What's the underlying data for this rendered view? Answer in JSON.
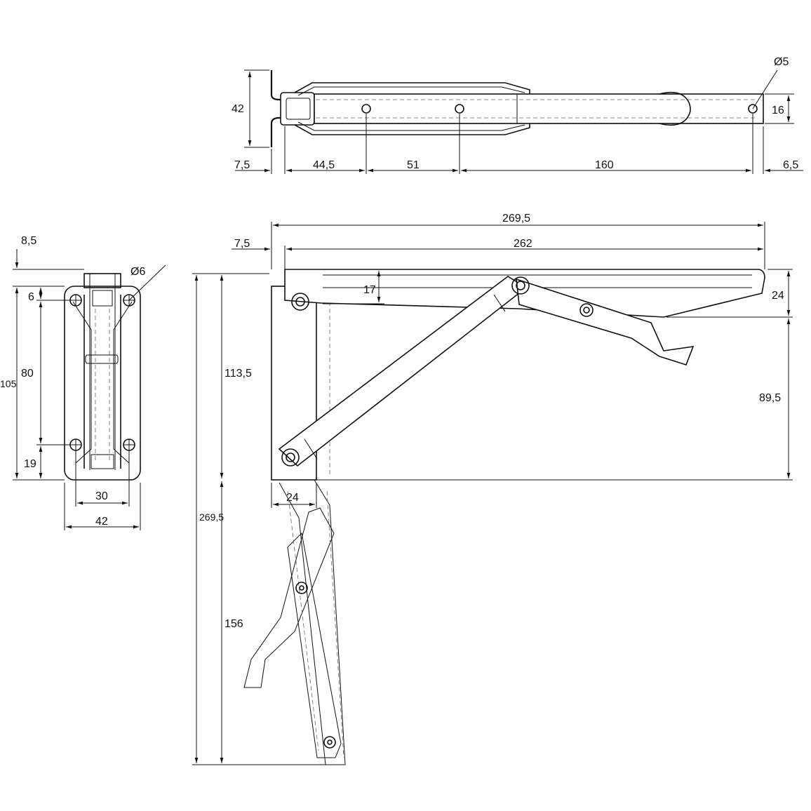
{
  "top_view": {
    "overall_height": "42",
    "hole_diameter": "Ø5",
    "tube_height": "16",
    "offset_left": "7,5",
    "seg_1": "44,5",
    "seg_2": "51",
    "seg_3": "160",
    "offset_right": "6,5"
  },
  "side_view": {
    "total_length": "269,5",
    "arm_length": "262",
    "left_offset": "7,5",
    "top_gap": "17",
    "arm_height": "24",
    "vertical_upper": "113,5",
    "vertical_right": "89,5",
    "plate_width": "24",
    "total_height": "269,5",
    "folded_length": "156"
  },
  "front_view": {
    "top_offset": "8,5",
    "hole_diameter": "Ø6",
    "hole_top": "6",
    "height": "105",
    "hole_spacing": "80",
    "hole_bottom": "19",
    "inner_width": "30",
    "outer_width": "42"
  }
}
